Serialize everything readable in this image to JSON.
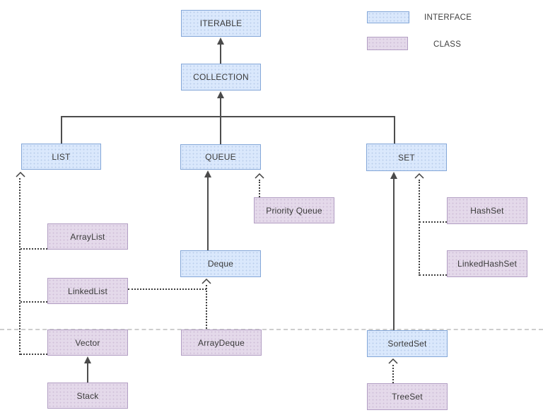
{
  "legend": {
    "items": [
      {
        "label": "INTERFACE",
        "type": "interface"
      },
      {
        "label": "CLASS",
        "type": "class"
      }
    ]
  },
  "colors": {
    "interface_fill": "#dae8fc",
    "interface_border": "#84a7d8",
    "class_fill": "#e4d9ea",
    "class_border": "#b29ec3",
    "edge": "#4a4a4a",
    "page_divider": "#cdcdcd",
    "text": "#3a3a3a"
  },
  "nodes": {
    "iterable": {
      "label": "ITERABLE",
      "type": "interface"
    },
    "collection": {
      "label": "COLLECTION",
      "type": "interface"
    },
    "list": {
      "label": "LIST",
      "type": "interface"
    },
    "queue": {
      "label": "QUEUE",
      "type": "interface"
    },
    "set": {
      "label": "SET",
      "type": "interface"
    },
    "deque": {
      "label": "Deque",
      "type": "interface"
    },
    "sortedset": {
      "label": "SortedSet",
      "type": "interface"
    },
    "arraylist": {
      "label": "ArrayList",
      "type": "class"
    },
    "linkedlist": {
      "label": "LinkedList",
      "type": "class"
    },
    "vector": {
      "label": "Vector",
      "type": "class"
    },
    "stack": {
      "label": "Stack",
      "type": "class"
    },
    "priorityqueue": {
      "label": "Priority Queue",
      "type": "class"
    },
    "arraydeque": {
      "label": "ArrayDeque",
      "type": "class"
    },
    "hashset": {
      "label": "HashSet",
      "type": "class"
    },
    "linkedhashset": {
      "label": "LinkedHashSet",
      "type": "class"
    },
    "treeset": {
      "label": "TreeSet",
      "type": "class"
    }
  },
  "edges": [
    {
      "from": "collection",
      "to": "iterable",
      "style": "solid-arrow"
    },
    {
      "from": "list",
      "to": "collection",
      "style": "solid-tree"
    },
    {
      "from": "queue",
      "to": "collection",
      "style": "solid-arrow"
    },
    {
      "from": "set",
      "to": "collection",
      "style": "solid-tree"
    },
    {
      "from": "deque",
      "to": "queue",
      "style": "solid-arrow"
    },
    {
      "from": "sortedset",
      "to": "set",
      "style": "solid-arrow"
    },
    {
      "from": "stack",
      "to": "vector",
      "style": "solid-arrow"
    },
    {
      "from": "arraylist",
      "to": "list",
      "style": "dotted-open-arrow"
    },
    {
      "from": "linkedlist",
      "to": "list",
      "style": "dotted-open-arrow"
    },
    {
      "from": "vector",
      "to": "list",
      "style": "dotted-open-arrow"
    },
    {
      "from": "linkedlist",
      "to": "deque",
      "style": "dotted-open-arrow"
    },
    {
      "from": "arraydeque",
      "to": "deque",
      "style": "dotted-open-arrow"
    },
    {
      "from": "priorityqueue",
      "to": "queue",
      "style": "dotted-open-arrow"
    },
    {
      "from": "hashset",
      "to": "set",
      "style": "dotted-open-arrow"
    },
    {
      "from": "linkedhashset",
      "to": "set",
      "style": "dotted-open-arrow"
    },
    {
      "from": "treeset",
      "to": "sortedset",
      "style": "dotted-open-arrow"
    }
  ]
}
